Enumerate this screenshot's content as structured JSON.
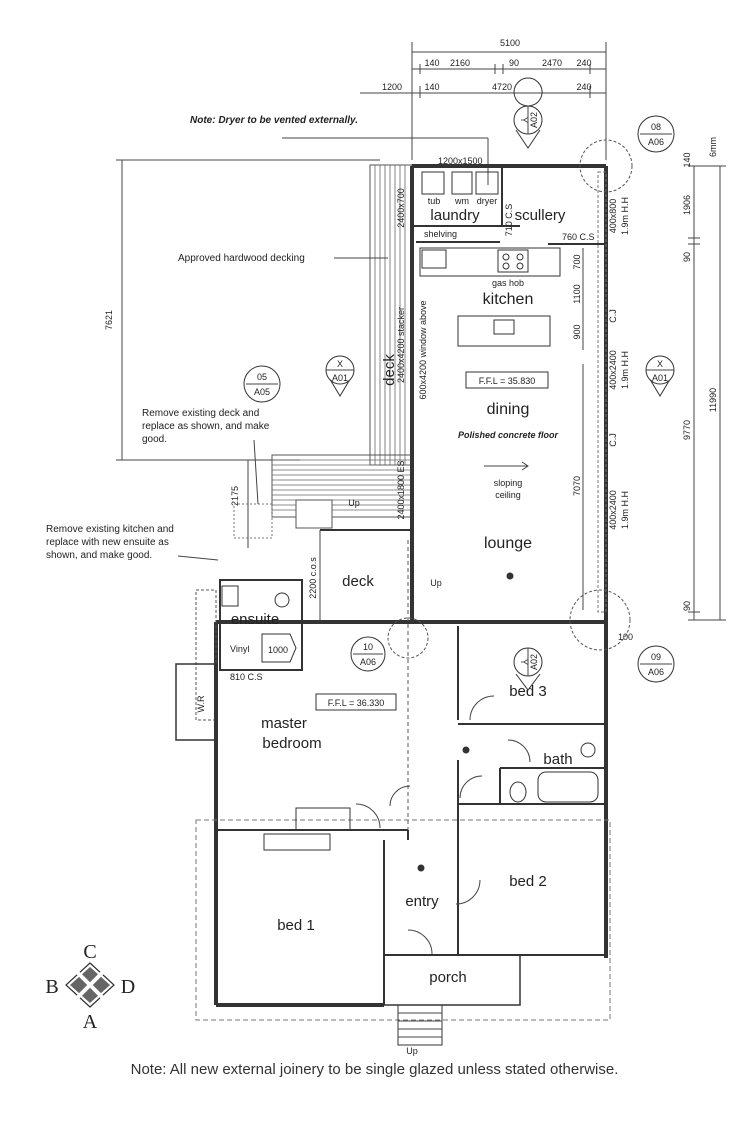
{
  "dimensions": {
    "top_total": "5100",
    "top_row2": [
      "140",
      "2160",
      "90",
      "2470",
      "240"
    ],
    "top_row3_left": "1200",
    "top_row3": [
      "140",
      "4720",
      "240"
    ],
    "left_vertical": "7621",
    "left_lower": "2175",
    "right_overall": "11990",
    "right_main": "9770",
    "right_segments": [
      "140",
      "6mm",
      "1906",
      "90",
      "90"
    ],
    "lounge_depth": "7070",
    "kitchen_700": "700",
    "kitchen_1100": "1100",
    "kitchen_900": "900",
    "deck_2200": "2200 c.o.s"
  },
  "notes": {
    "dryer": "Note: Dryer to be vented externally.",
    "decking": "Approved hardwood decking",
    "remove_deck": "Remove existing deck and replace as shown, and make good.",
    "remove_kitchen": "Remove existing kitchen and replace with new ensuite as shown, and make good.",
    "footer": "Note: All new external joinery to be single glazed unless stated otherwise."
  },
  "rooms": {
    "laundry": "laundry",
    "scullery": "scullery",
    "kitchen": "kitchen",
    "dining": "dining",
    "lounge": "lounge",
    "deck_upper": "deck",
    "deck_lower": "deck",
    "ensuite": "ensuite",
    "master_bedroom_1": "master",
    "master_bedroom_2": "bedroom",
    "bed1": "bed 1",
    "bed2": "bed 2",
    "bed3": "bed 3",
    "bath": "bath",
    "entry": "entry",
    "porch": "porch",
    "wr": "W.R"
  },
  "fixtures": {
    "tub": "tub",
    "wm": "wm",
    "dryer": "dryer",
    "shelving": "shelving",
    "gas_hob": "gas hob",
    "vinyl": "Vinyl",
    "shower": "1000"
  },
  "labels": {
    "window_top": "1200x1500",
    "cs710": "710 C.S",
    "cs760": "760 C.S",
    "cs810": "810 C.S",
    "door_2400x700": "2400x700",
    "stacker": "2400x4200 stacker",
    "window_above": "600x4200 window above",
    "door_2400x1800": "2400x1800 ES",
    "right_win1": "400x800",
    "right_hh1": "1.9m H.H",
    "right_win2": "400x2400",
    "right_hh2": "1.9m H.H",
    "right_win3": "400x2400",
    "right_hh3": "1.9m H.H",
    "cj1": "C.J",
    "cj2": "C.J",
    "ffl_upper": "F.F.L = 35.830",
    "ffl_lower": "F.F.L = 36.330",
    "floor": "Polished concrete floor",
    "sloping": "sloping",
    "ceiling": "ceiling",
    "up1": "Up",
    "up2": "Up",
    "up3": "Up",
    "dim100": "100"
  },
  "markers": {
    "y_top": {
      "letter": "Y",
      "ref": "A02"
    },
    "m08": {
      "num": "08",
      "ref": "A06"
    },
    "m05": {
      "num": "05",
      "ref": "A05"
    },
    "x_left": {
      "letter": "X",
      "ref": "A01"
    },
    "x_right": {
      "letter": "X",
      "ref": "A01"
    },
    "m10": {
      "num": "10",
      "ref": "A06"
    },
    "y_mid": {
      "letter": "Y",
      "ref": "A02"
    },
    "m09": {
      "num": "09",
      "ref": "A06"
    }
  },
  "compass": {
    "top": "C",
    "left": "B",
    "right": "D",
    "bottom": "A"
  }
}
